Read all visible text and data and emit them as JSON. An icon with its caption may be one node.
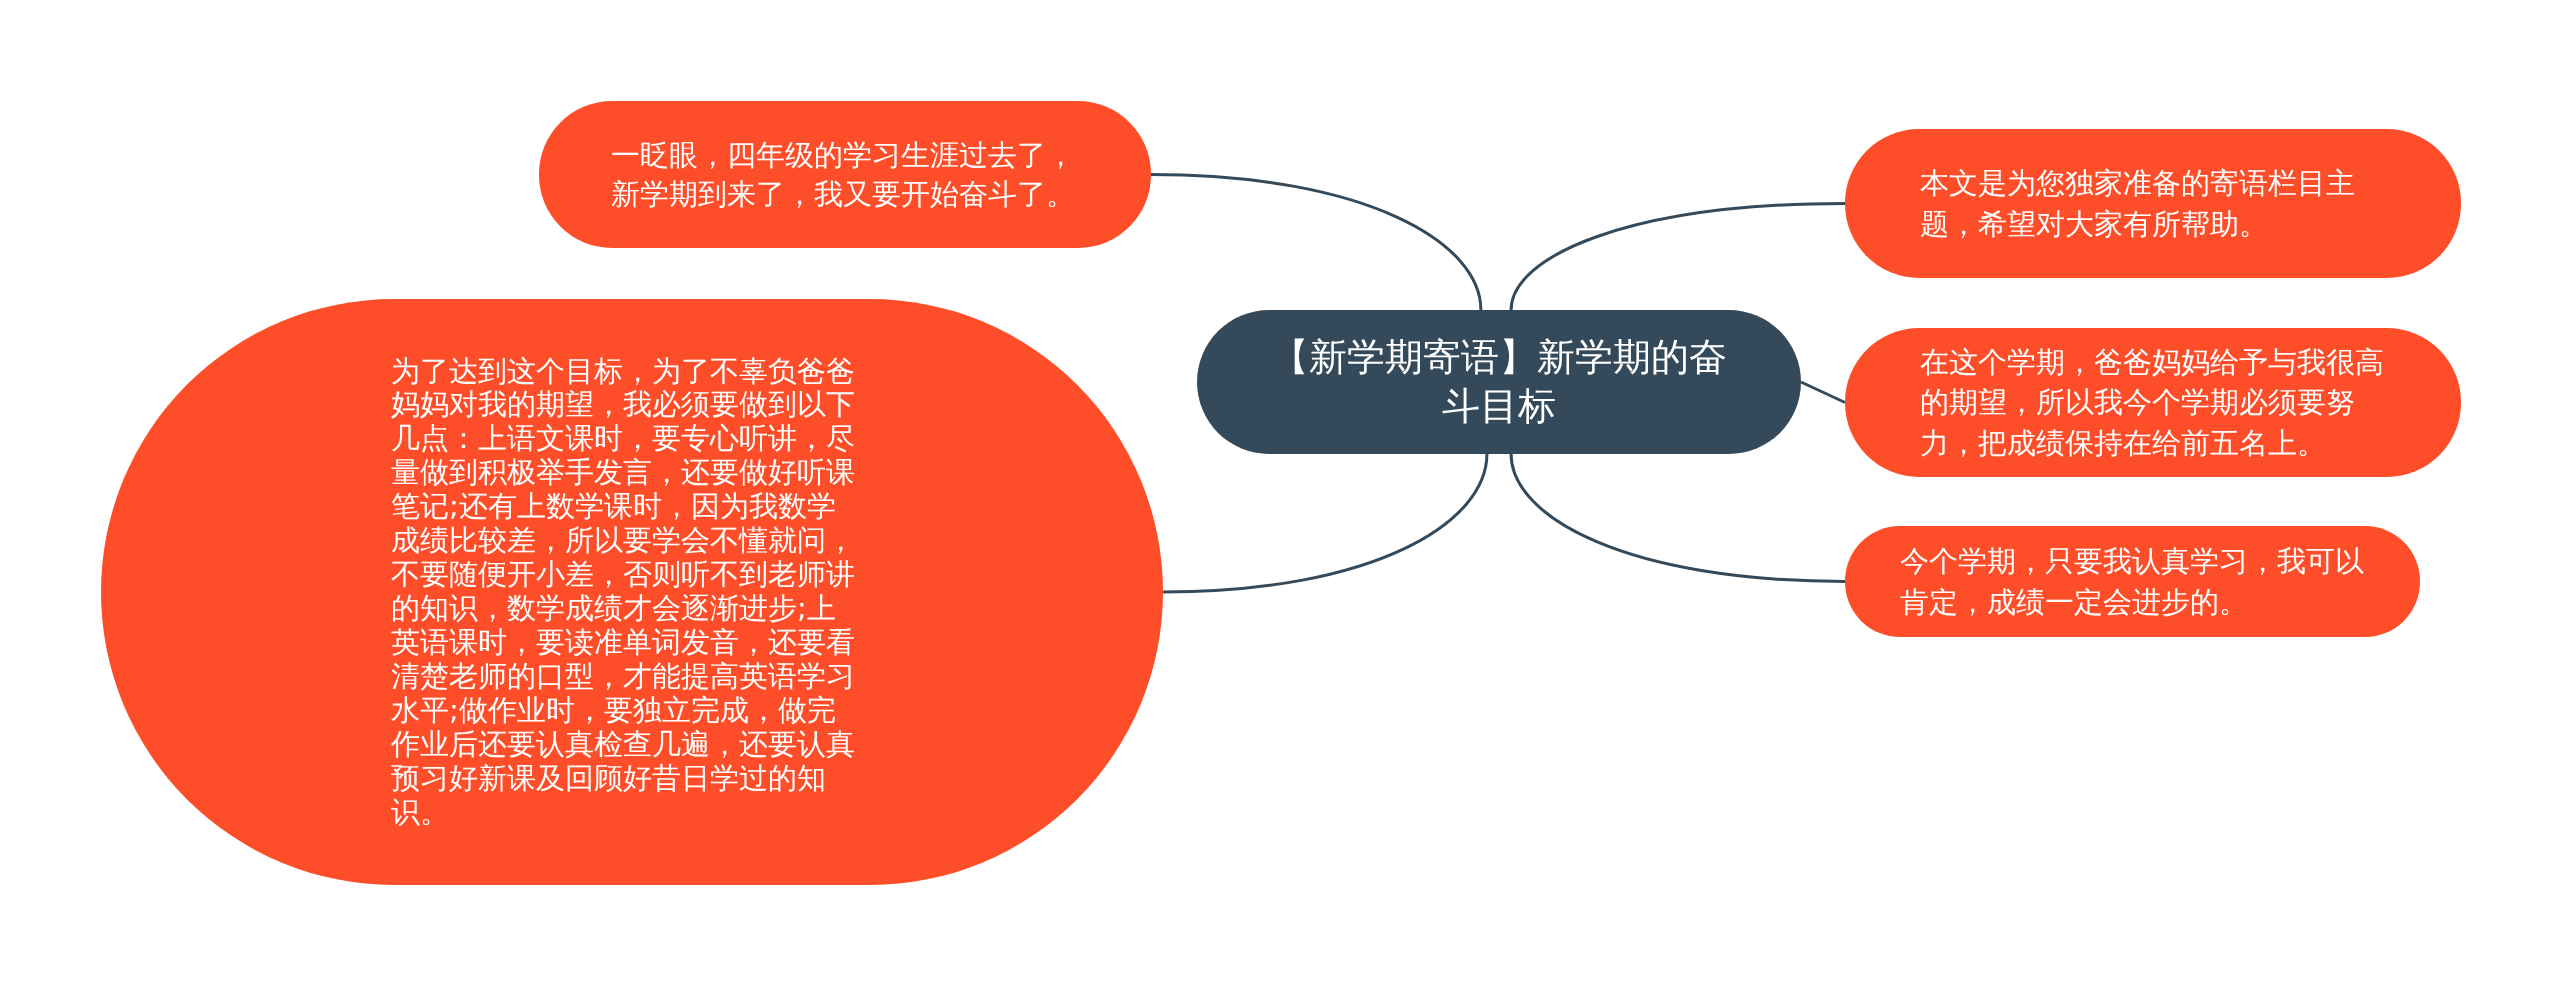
{
  "diagram": {
    "nodes": [
      {
        "text": [
          "【新学期寄语】新学期的奋斗目标"
        ]
      },
      {
        "text": [
          "一眨眼，四年级的学习生涯过去了，新学期到来了，我又要开始奋斗了。"
        ]
      },
      {
        "text": [
          "为了达到这个目标，为了不辜负爸爸妈妈对我的期望，我必须要做到以下几点：上语文课时，要专心听讲，尽量做到积极举手发言，还要做好听课笔记;还有上数学课时，因为我数学成绩比较差，所以要学会不懂就问，不要随便开小差，否则听不到老师讲的知识，数学成绩才会逐渐进步;上英语课时，要读准单词发音，还要看清楚老师的口型，才能提高英语学习水平;做作业时，要独立完成，做完作业后还要认真检查几遍，还要认真预习好新课及回顾好昔日学过的知识。"
        ]
      },
      {
        "text": [
          "本文是为您独家准备的寄语栏目主题，希望对大家有所帮助。"
        ]
      },
      {
        "text": [
          "在这个学期，爸爸妈妈给予与我很高的期望，所以我今个学期必须要努力，把成绩保持在给前五名上。"
        ]
      },
      {
        "text": [
          "今个学期，只要我认真学习，我可以肯定，成绩一定会进步的。"
        ]
      }
    ],
    "edges": [
      {
        "from": 0,
        "to": 1,
        "arrow": "none"
      },
      {
        "from": 0,
        "to": 2,
        "arrow": "none"
      },
      {
        "from": 0,
        "to": 3,
        "arrow": "none"
      },
      {
        "from": 0,
        "to": 4,
        "arrow": "none"
      },
      {
        "from": 0,
        "to": 5,
        "arrow": "none"
      }
    ]
  }
}
